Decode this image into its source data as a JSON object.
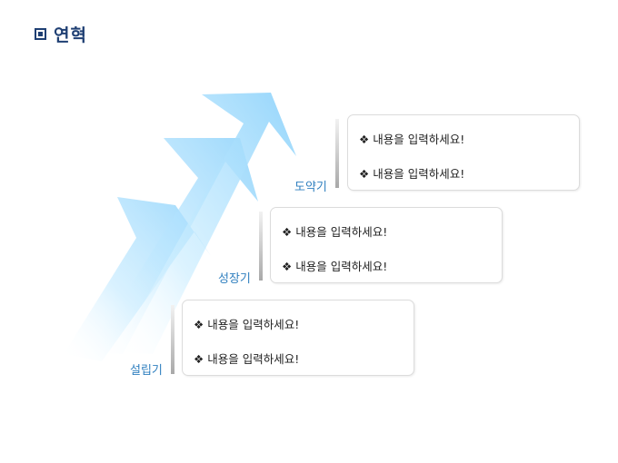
{
  "title": "연혁",
  "bullet": "❖",
  "stages": [
    {
      "label": "설립기",
      "items": [
        "내용을 입력하세요!",
        "내용을 입력하세요!"
      ]
    },
    {
      "label": "성장기",
      "items": [
        "내용을 입력하세요!",
        "내용을 입력하세요!"
      ]
    },
    {
      "label": "도약기",
      "items": [
        "내용을 입력하세요!",
        "내용을 입력하세요!"
      ]
    }
  ],
  "colors": {
    "title": "#1f3f73",
    "label": "#2f7fbf",
    "arrow": "#8fd3fb"
  },
  "icons": [
    "square-bullet-icon",
    "up-right-arrow-icon",
    "diamond-bullet-icon"
  ]
}
